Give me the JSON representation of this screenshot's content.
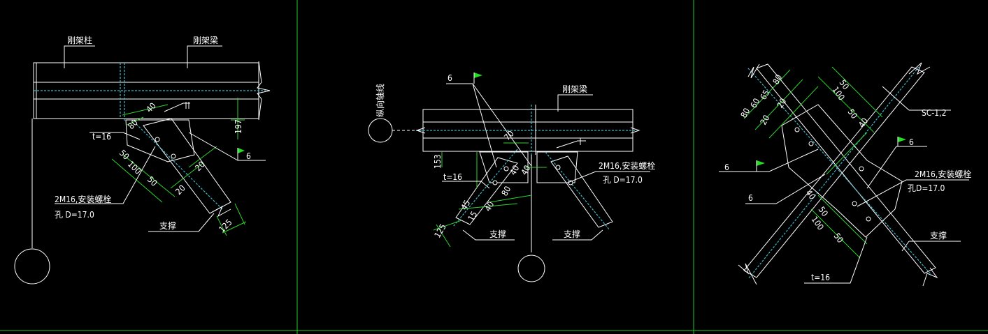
{
  "panel_left": {
    "column_label": "刚架柱",
    "beam_label": "刚架梁",
    "plate_thickness": "t=16",
    "weld_size": "6",
    "bolt_note": "2M16,安装螺栓",
    "hole_note": "孔 D=17.0",
    "brace_label": "支撑",
    "dims": [
      "40",
      "80",
      "197",
      "50",
      "100",
      "50",
      "20",
      "20",
      "125"
    ]
  },
  "panel_middle": {
    "axis_label": "纵向轴线",
    "beam_label": "刚架梁",
    "weld_size": "6",
    "plate_thickness": "t=16",
    "bolt_note": "2M16,安装螺栓",
    "hole_note": "孔 D=17.0",
    "brace_label_left": "支撑",
    "brace_label_right": "支撑",
    "dims": [
      "70",
      "40",
      "153",
      "40",
      "80",
      "40",
      "45",
      "15",
      "125"
    ]
  },
  "panel_right": {
    "section_label": "SC-1,2",
    "weld_left": "6",
    "weld_left2": "6",
    "weld_right": "6",
    "bolt_note": "2M16,安装螺栓",
    "hole_note": "孔D=17.0",
    "brace_label": "支撑",
    "plate_thickness": "t=16",
    "dims_top": [
      "80",
      "60",
      "65",
      "80",
      "20",
      "20",
      "50",
      "100",
      "50",
      "40"
    ],
    "dims_bottom": [
      "40",
      "50",
      "100",
      "50"
    ]
  },
  "colors": {
    "background": "#000000",
    "lines": "#ffffff",
    "dimensions": "#2fd12f",
    "centerline": "#3fb8c8",
    "frame": "#22cc22"
  }
}
